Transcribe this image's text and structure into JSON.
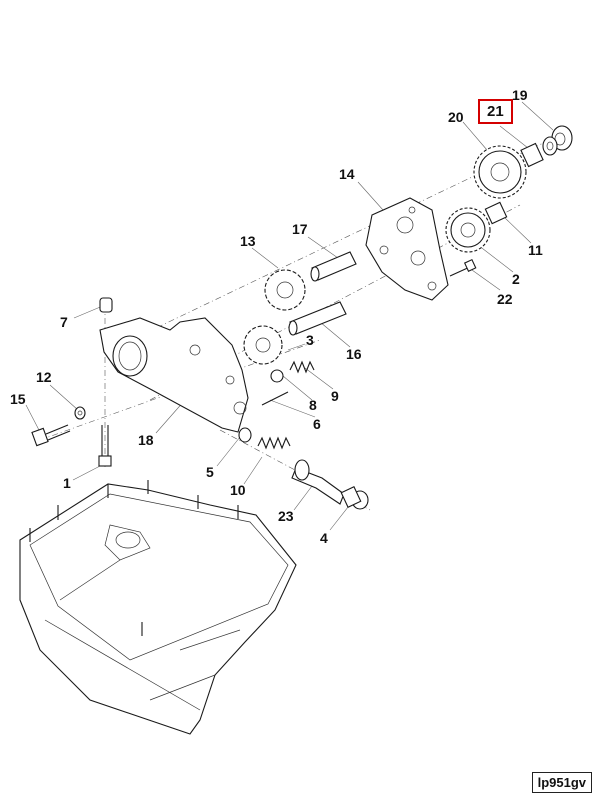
{
  "figure": {
    "reference_code": "lp951gv",
    "highlight_color": "#d40000",
    "callouts": [
      {
        "id": "19",
        "label": "19"
      },
      {
        "id": "20",
        "label": "20"
      },
      {
        "id": "21",
        "label": "21",
        "highlighted": true
      },
      {
        "id": "14",
        "label": "14"
      },
      {
        "id": "11",
        "label": "11"
      },
      {
        "id": "2",
        "label": "2"
      },
      {
        "id": "22",
        "label": "22"
      },
      {
        "id": "17",
        "label": "17"
      },
      {
        "id": "13",
        "label": "13"
      },
      {
        "id": "7",
        "label": "7"
      },
      {
        "id": "3",
        "label": "3"
      },
      {
        "id": "16",
        "label": "16"
      },
      {
        "id": "12",
        "label": "12"
      },
      {
        "id": "9",
        "label": "9"
      },
      {
        "id": "15",
        "label": "15"
      },
      {
        "id": "8",
        "label": "8"
      },
      {
        "id": "6",
        "label": "6"
      },
      {
        "id": "18",
        "label": "18"
      },
      {
        "id": "5",
        "label": "5"
      },
      {
        "id": "1",
        "label": "1"
      },
      {
        "id": "10",
        "label": "10"
      },
      {
        "id": "23",
        "label": "23"
      },
      {
        "id": "4",
        "label": "4"
      }
    ]
  }
}
